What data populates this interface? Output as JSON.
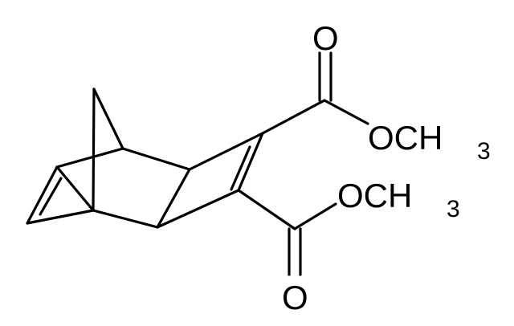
{
  "colors": {
    "background": "#ffffff",
    "ink": "#000000"
  },
  "labels": {
    "carbonyl_oxygen_top": "O",
    "carbonyl_oxygen_bottom": "O",
    "methoxy_top_main": "OCH",
    "methoxy_top_sub": "3",
    "methoxy_bottom_main": "OCH",
    "methoxy_bottom_sub": "3"
  }
}
